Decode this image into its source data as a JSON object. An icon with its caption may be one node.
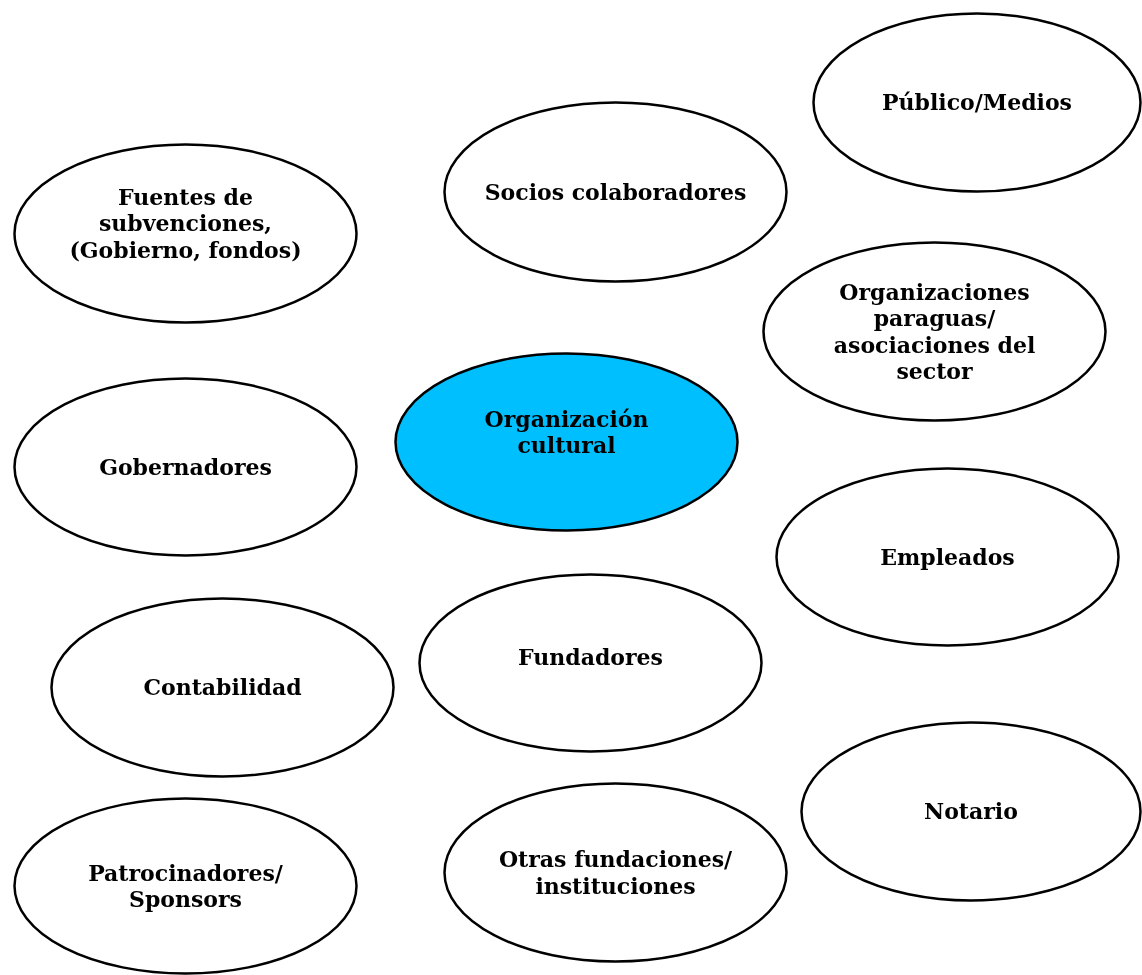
{
  "diagram": {
    "nodes": [
      {
        "text": [
          "Público/Medios"
        ]
      },
      {
        "text": [
          "Socios colaboradores"
        ]
      },
      {
        "text": [
          "Fuentes de subvenciones, (Gobierno, fondos)"
        ]
      },
      {
        "text": [
          "Organizaciones paraguas/ asociaciones del sector"
        ]
      },
      {
        "text": [
          "Organización cultural"
        ]
      },
      {
        "text": [
          "Gobernadores"
        ]
      },
      {
        "text": [
          "Empleados"
        ]
      },
      {
        "text": [
          "Fundadores"
        ]
      },
      {
        "text": [
          "Contabilidad"
        ]
      },
      {
        "text": [
          "Notario"
        ]
      },
      {
        "text": [
          "Patrocinadores/ Sponsors"
        ]
      },
      {
        "text": [
          "Otras fundaciones/ instituciones"
        ]
      }
    ]
  }
}
